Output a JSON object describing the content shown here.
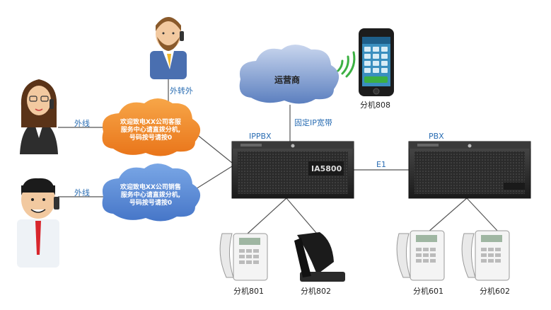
{
  "labels": {
    "transfer": "外转外",
    "outside_line_1": "外线",
    "outside_line_2": "外线",
    "fixed_ip": "固定IP宽带",
    "ippbx": "IPPBX",
    "pbx": "PBX",
    "e1": "E1",
    "carrier": "运营商",
    "ext_808": "分机808",
    "ext_801": "分机801",
    "ext_802": "分机802",
    "ext_601": "分机601",
    "ext_602": "分机602",
    "device_model": "IA5800"
  },
  "clouds": {
    "orange_text": "欢迎致电XX公司客服\n服务中心请直拨分机,\n号码按号请按0",
    "blue_text": "欢迎致电XX公司销售\n服务中心请直拨分机,\n号码按号请按0"
  },
  "colors": {
    "orange_cloud": "#f08a2a",
    "blue_cloud": "#5b8fd6",
    "carrier_cloud": "#4a6fb0",
    "label_blue": "#2a6db3",
    "line_gray": "#555555"
  }
}
